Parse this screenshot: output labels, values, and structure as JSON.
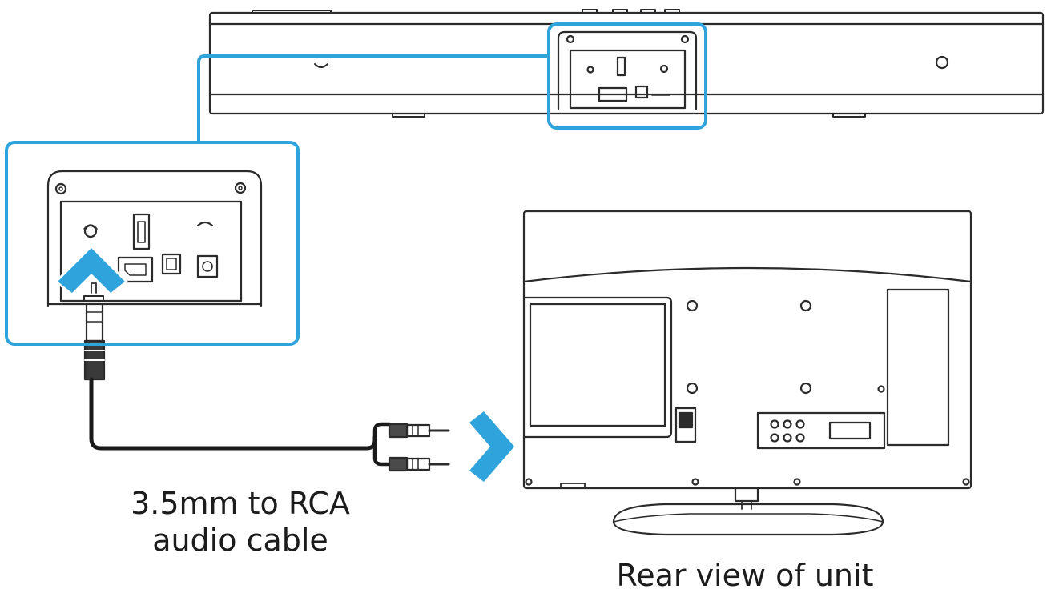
{
  "labels": {
    "cable_line1": "3.5mm to RCA",
    "cable_line2": "audio cable",
    "rear_view": "Rear view of unit"
  },
  "colors": {
    "accent_blue": "#2fa3db",
    "line_art": "#2b2b2b",
    "background": "#ffffff"
  },
  "icons": {
    "up_arrow": "chevron-up-icon",
    "right_arrow": "chevron-right-icon"
  }
}
